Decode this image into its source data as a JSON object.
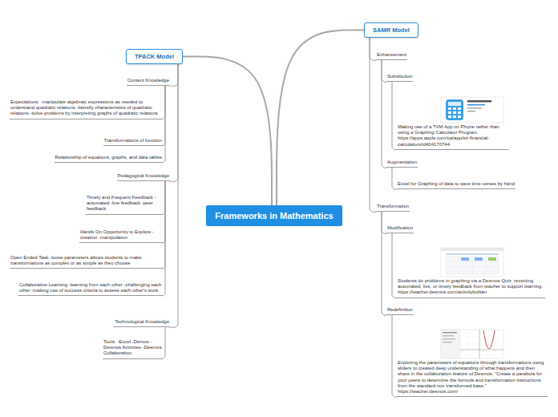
{
  "diagram": {
    "nodes": [
      {
        "text": [
          "Frameworks in Mathematics"
        ]
      },
      {
        "text": [
          "TPACK Model"
        ]
      },
      {
        "text": [
          "Content Knowledge"
        ]
      },
      {
        "text": [
          "Expectations: -manipulate algebraic expressions as needed to understand quadratic relations -Identify characteristics of quadratic relations -solve problems by interpreting graphs of quadratic relations"
        ]
      },
      {
        "text": [
          "Transformations of function"
        ]
      },
      {
        "text": [
          "Relationship of equations, graphs, and data tables"
        ]
      },
      {
        "text": [
          "Pedagogical Knowledge"
        ]
      },
      {
        "text": [
          "Timely and Frequent Feedback -automated -live feedback -peer feedback"
        ]
      },
      {
        "text": [
          "Hands On Opportunity to Explore -creation -manipulation"
        ]
      },
      {
        "text": [
          "Open Ended Task -loose parameters allows students to make transformations as complex or as simple as they choose"
        ]
      },
      {
        "text": [
          "Collaborative Learning -learning from each other -challenging each other -making use of success criteria to assess each other's work"
        ]
      },
      {
        "text": [
          "Technological Knowledge"
        ]
      },
      {
        "text": [
          "Tools: -Excel -Demos -Desmos Activities -Desmos Collaboration"
        ]
      },
      {
        "text": [
          "SAMR Model"
        ]
      },
      {
        "text": [
          "Enhancement"
        ]
      },
      {
        "text": [
          "Substitution"
        ]
      },
      {
        "text": [
          "Making use of a TVM App on Phone rather than using a Graphing Calculator Program https://apps.apple.com/ca/app/ez-financial-calculators/id404170744"
        ]
      },
      {
        "text": [
          "Augmentation"
        ]
      },
      {
        "text": [
          "Excel for Graphing of data to save time verses by hand"
        ]
      },
      {
        "text": [
          "Transformation"
        ]
      },
      {
        "text": [
          "Modification"
        ]
      },
      {
        "text": [
          "Students do problems in graphing via a Desmos Quiz, receiving automated, live, or timely feedback from teacher to support learning. https://teacher.desmos.com/activitybuilder"
        ]
      },
      {
        "text": [
          "Redefinition"
        ]
      },
      {
        "text": [
          "Exploring the parameters of equations through transformations using sliders to created deep understanding of what happens and then share in the collaboration feature of Desmos. \"Create a parabola for your peers to determine the formula and transformation instructions from the standard non transformed base.\" https://teacher.desmos.com/"
        ]
      }
    ],
    "edges": [
      {
        "from": 0,
        "to": 1,
        "arrow": "none"
      },
      {
        "from": 0,
        "to": 13,
        "arrow": "none"
      },
      {
        "from": 1,
        "to": 2,
        "arrow": "none"
      },
      {
        "from": 1,
        "to": 6,
        "arrow": "none"
      },
      {
        "from": 1,
        "to": 11,
        "arrow": "none"
      },
      {
        "from": 2,
        "to": 3,
        "arrow": "none"
      },
      {
        "from": 2,
        "to": 4,
        "arrow": "none"
      },
      {
        "from": 2,
        "to": 5,
        "arrow": "none"
      },
      {
        "from": 6,
        "to": 7,
        "arrow": "none"
      },
      {
        "from": 6,
        "to": 8,
        "arrow": "none"
      },
      {
        "from": 6,
        "to": 9,
        "arrow": "none"
      },
      {
        "from": 6,
        "to": 10,
        "arrow": "none"
      },
      {
        "from": 11,
        "to": 12,
        "arrow": "none"
      },
      {
        "from": 13,
        "to": 14,
        "arrow": "none"
      },
      {
        "from": 13,
        "to": 19,
        "arrow": "none"
      },
      {
        "from": 14,
        "to": 15,
        "arrow": "none"
      },
      {
        "from": 14,
        "to": 17,
        "arrow": "none"
      },
      {
        "from": 15,
        "to": 16,
        "arrow": "none"
      },
      {
        "from": 17,
        "to": 18,
        "arrow": "none"
      },
      {
        "from": 19,
        "to": 20,
        "arrow": "none"
      },
      {
        "from": 19,
        "to": 22,
        "arrow": "none"
      },
      {
        "from": 20,
        "to": 21,
        "arrow": "none"
      },
      {
        "from": 22,
        "to": 23,
        "arrow": "none"
      }
    ]
  }
}
